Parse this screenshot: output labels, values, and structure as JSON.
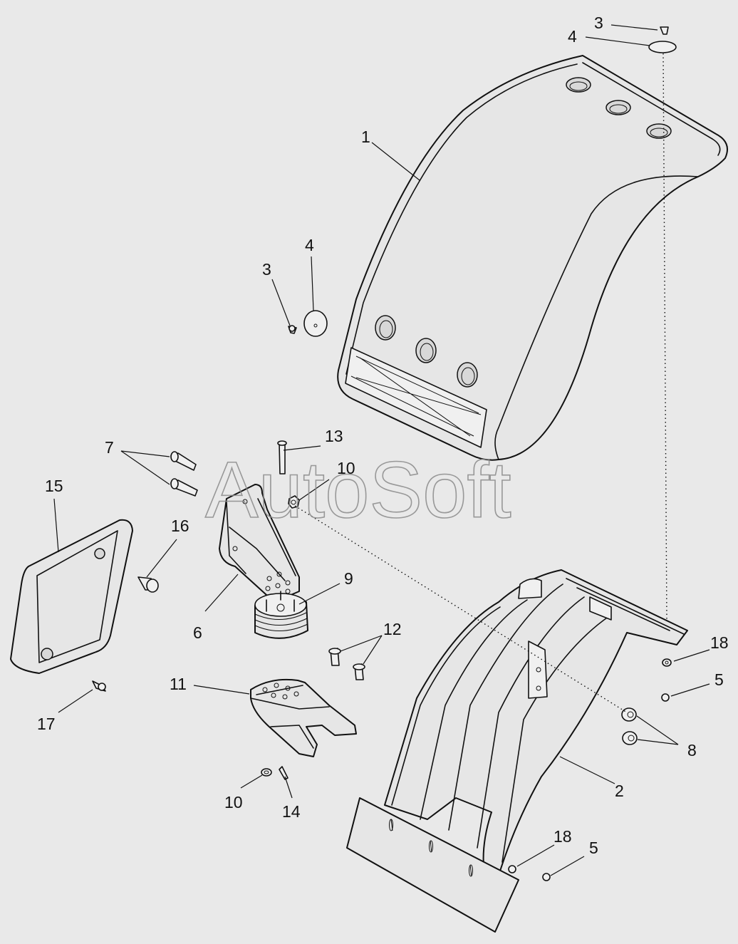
{
  "watermark": "AutoSoft",
  "callouts": [
    {
      "id": "c1",
      "text": "1"
    },
    {
      "id": "c2",
      "text": "2"
    },
    {
      "id": "c3a",
      "text": "3"
    },
    {
      "id": "c3b",
      "text": "3"
    },
    {
      "id": "c4a",
      "text": "4"
    },
    {
      "id": "c4b",
      "text": "4"
    },
    {
      "id": "c5a",
      "text": "5"
    },
    {
      "id": "c5b",
      "text": "5"
    },
    {
      "id": "c6",
      "text": "6"
    },
    {
      "id": "c7",
      "text": "7"
    },
    {
      "id": "c8",
      "text": "8"
    },
    {
      "id": "c9",
      "text": "9"
    },
    {
      "id": "c10a",
      "text": "10"
    },
    {
      "id": "c10b",
      "text": "10"
    },
    {
      "id": "c11",
      "text": "11"
    },
    {
      "id": "c12",
      "text": "12"
    },
    {
      "id": "c13",
      "text": "13"
    },
    {
      "id": "c14",
      "text": "14"
    },
    {
      "id": "c15",
      "text": "15"
    },
    {
      "id": "c16",
      "text": "16"
    },
    {
      "id": "c17",
      "text": "17"
    },
    {
      "id": "c18a",
      "text": "18"
    },
    {
      "id": "c18b",
      "text": "18"
    }
  ]
}
